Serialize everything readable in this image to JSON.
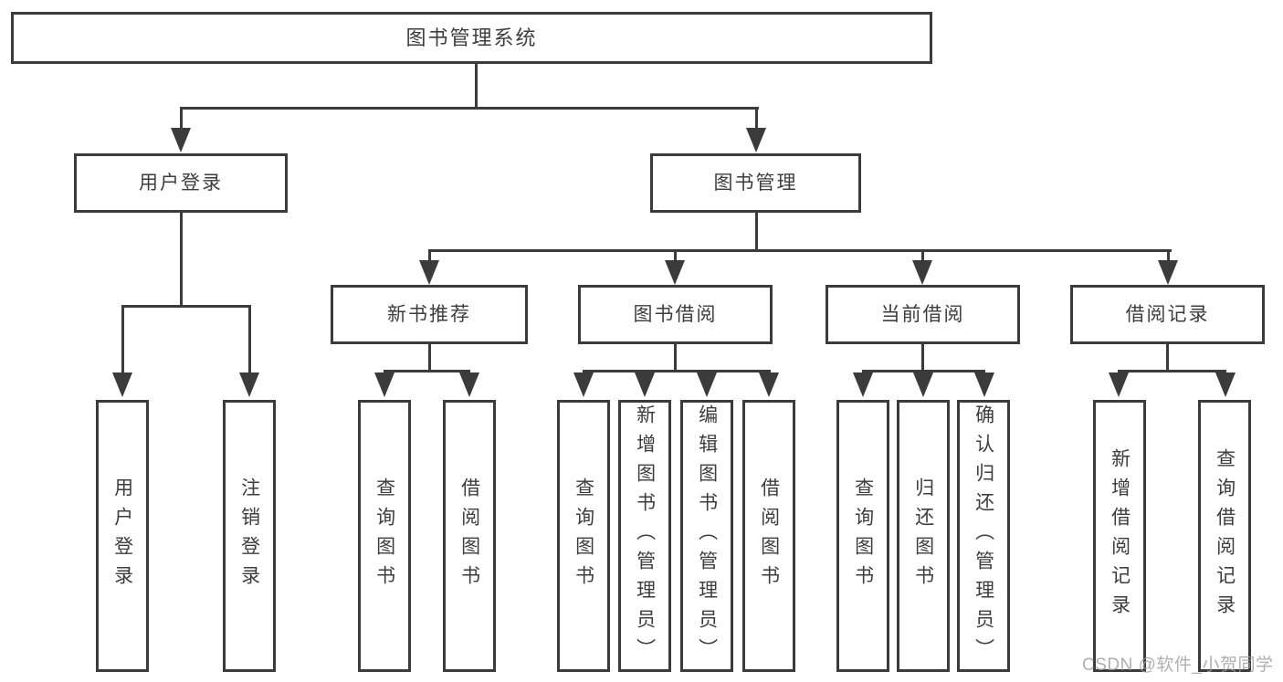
{
  "diagram": {
    "root": {
      "label": "图书管理系统"
    },
    "branches": [
      {
        "label": "用户登录",
        "children": [
          {
            "label": "用户登录"
          },
          {
            "label": "注销登录"
          }
        ]
      },
      {
        "label": "图书管理",
        "children": [
          {
            "label": "新书推荐",
            "children": [
              {
                "label": "查询图书"
              },
              {
                "label": "借阅图书"
              }
            ]
          },
          {
            "label": "图书借阅",
            "children": [
              {
                "label": "查询图书"
              },
              {
                "label": "新增图书（管理员）"
              },
              {
                "label": "编辑图书（管理员）"
              },
              {
                "label": "借阅图书"
              }
            ]
          },
          {
            "label": "当前借阅",
            "children": [
              {
                "label": "查询图书"
              },
              {
                "label": "归还图书"
              },
              {
                "label": "确认归还（管理员）"
              }
            ]
          },
          {
            "label": "借阅记录",
            "children": [
              {
                "label": "新增借阅记录"
              },
              {
                "label": "查询借阅记录"
              }
            ]
          }
        ]
      }
    ]
  },
  "watermark": {
    "label": "CSDN @软件_小贺同学"
  },
  "colors": {
    "line": "#3b3b3b",
    "text": "#3d3d3d",
    "background": "#ffffff",
    "watermark": "#9b9b9b"
  }
}
